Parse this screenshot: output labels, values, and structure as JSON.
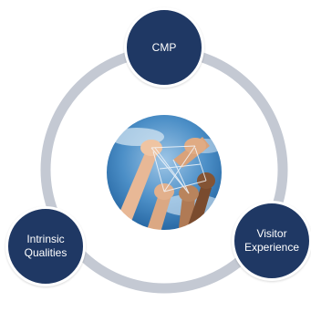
{
  "diagram": {
    "ring_color": "#c4c9d3",
    "node_color": "#1f3864",
    "center_image": "hands-with-string-photo",
    "nodes": [
      {
        "label": "CMP"
      },
      {
        "label": "Visitor Experience"
      },
      {
        "label": "Intrinsic Qualities"
      }
    ]
  }
}
